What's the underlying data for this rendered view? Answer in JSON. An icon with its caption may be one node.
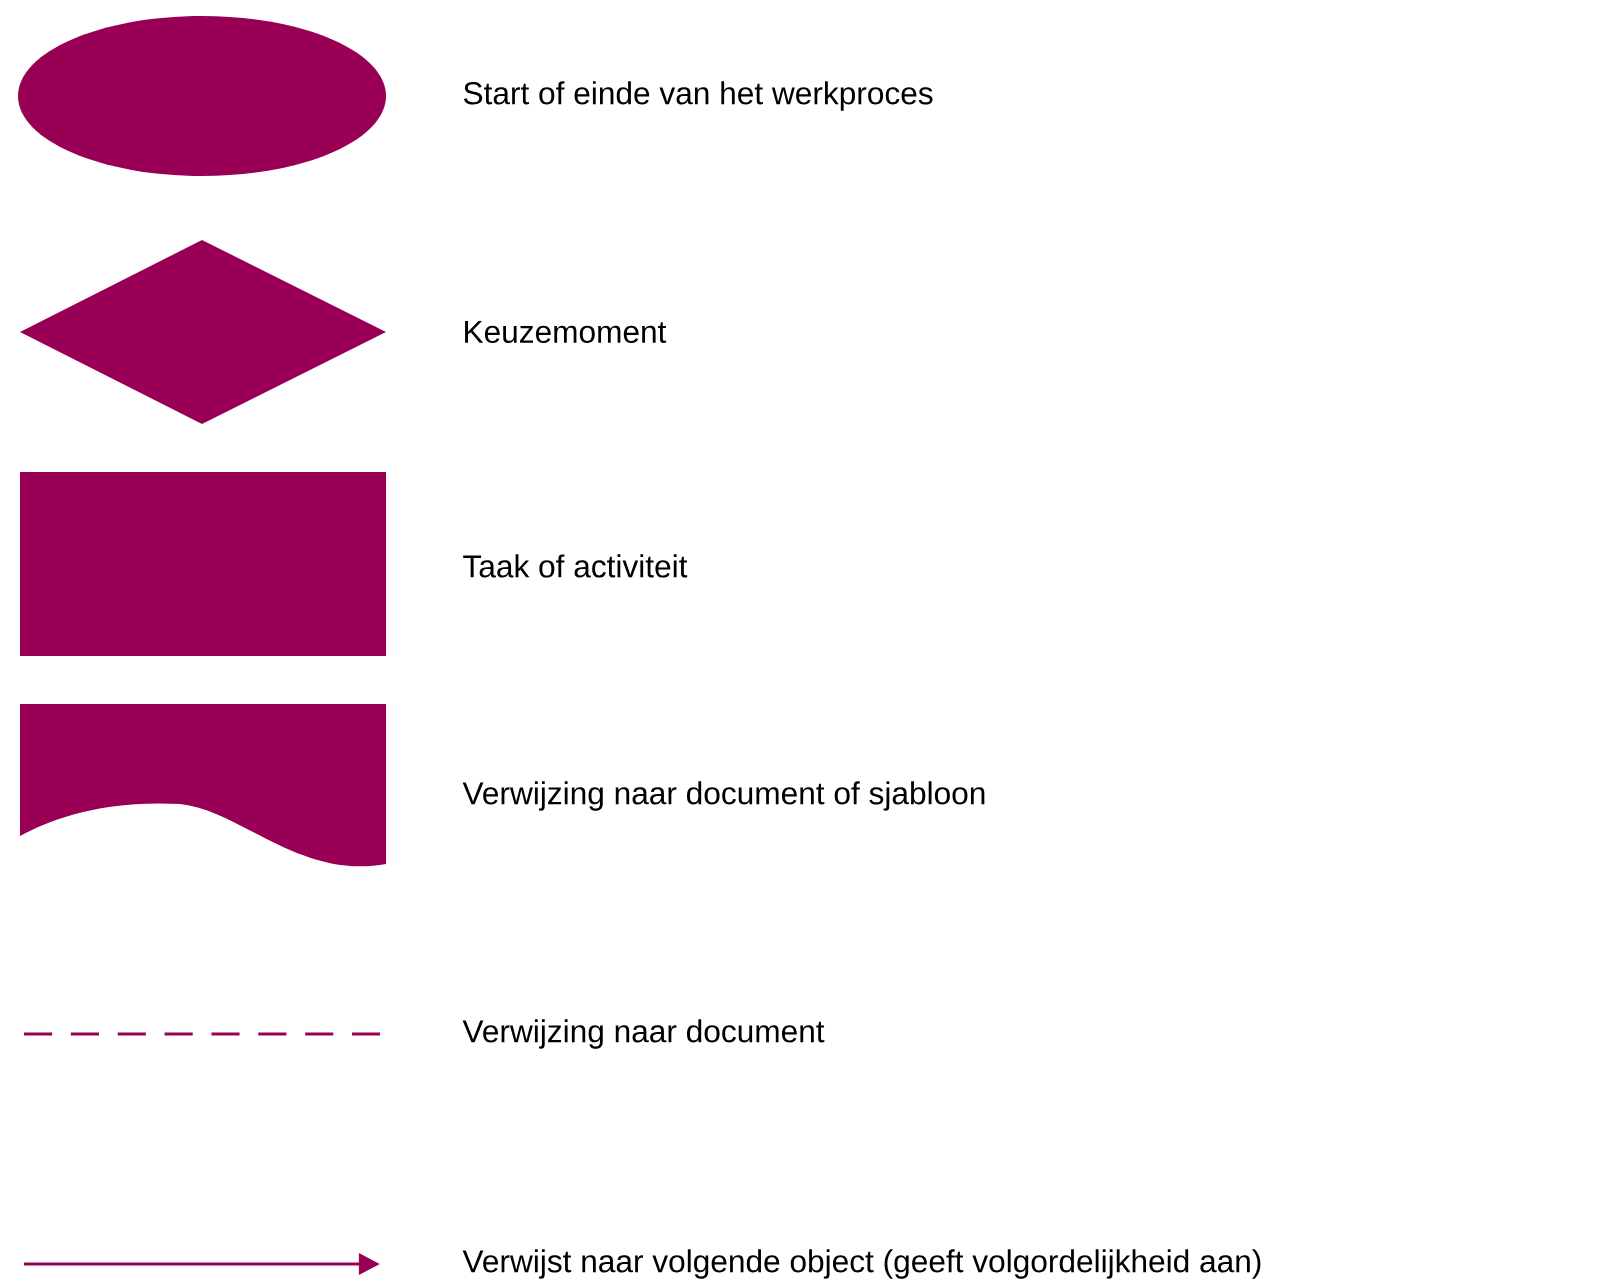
{
  "diagram": {
    "nodes": [
      {
        "text": [],
        "shape": "ellipse"
      },
      {
        "text": [],
        "shape": "diamond"
      },
      {
        "text": [],
        "shape": "box"
      },
      {
        "text": [],
        "shape": "document"
      }
    ],
    "legend": [
      {
        "text": "Start of einde van het werkproces"
      },
      {
        "text": "Keuzemoment"
      },
      {
        "text": "Taak of activiteit"
      },
      {
        "text": "Verwijzing naar document of sjabloon"
      },
      {
        "text": "Verwijzing naar document"
      },
      {
        "text": "Verwijst naar volgende object (geeft volgordelijkheid aan)"
      }
    ]
  }
}
